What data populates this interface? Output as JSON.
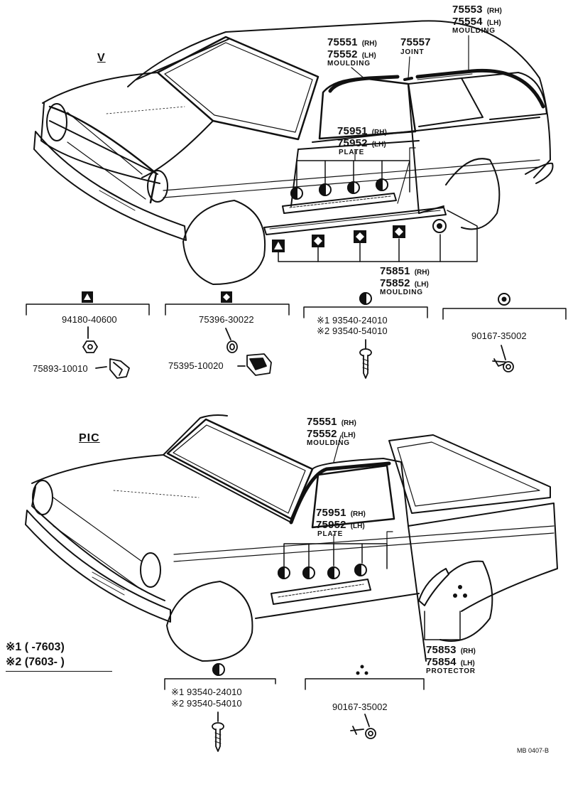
{
  "sections": {
    "van_label": "V",
    "pickup_label": "PIC"
  },
  "van": {
    "roof_moulding": {
      "pn_rh": "75553",
      "rh": "(RH)",
      "pn_lh": "75554",
      "lh": "(LH)",
      "name": "MOULDING"
    },
    "drip_moulding": {
      "pn_rh": "75551",
      "rh": "(RH)",
      "pn_lh": "75552",
      "lh": "(LH)",
      "name": "MOULDING"
    },
    "joint": {
      "pn": "75557",
      "name": "JOINT"
    },
    "plate": {
      "pn_rh": "75951",
      "rh": "(RH)",
      "pn_lh": "75952",
      "lh": "(LH)",
      "name": "PLATE"
    },
    "rocker_moulding": {
      "pn_rh": "75851",
      "rh": "(RH)",
      "pn_lh": "75852",
      "lh": "(LH)",
      "name": "MOULDING"
    }
  },
  "van_fasteners": {
    "triangle": {
      "nut": "94180-40600",
      "clip": "75893-10010"
    },
    "diamond": {
      "nut": "75396-30022",
      "clip": "75395-10020"
    },
    "half_circle": {
      "screw1": "※1 93540-24010",
      "screw2": "※2 93540-54010"
    },
    "circle": {
      "screw": "90167-35002"
    }
  },
  "pickup": {
    "drip_moulding": {
      "pn_rh": "75551",
      "rh": "(RH)",
      "pn_lh": "75552",
      "lh": "(LH)",
      "name": "MOULDING"
    },
    "plate": {
      "pn_rh": "75951",
      "rh": "(RH)",
      "pn_lh": "75952",
      "lh": "(LH)",
      "name": "PLATE"
    },
    "protector": {
      "pn_rh": "75853",
      "rh": "(RH)",
      "pn_lh": "75854",
      "lh": "(LH)",
      "name": "PROTECTOR"
    }
  },
  "pickup_fasteners": {
    "half_circle": {
      "screw1": "※1 93540-24010",
      "screw2": "※2 93540-54010"
    },
    "dots": {
      "screw": "90167-35002"
    }
  },
  "legend": {
    "line1": "※1 (      -7603)",
    "line2": "※2 (7603-        )"
  },
  "figure_code": "MB 0407-B"
}
